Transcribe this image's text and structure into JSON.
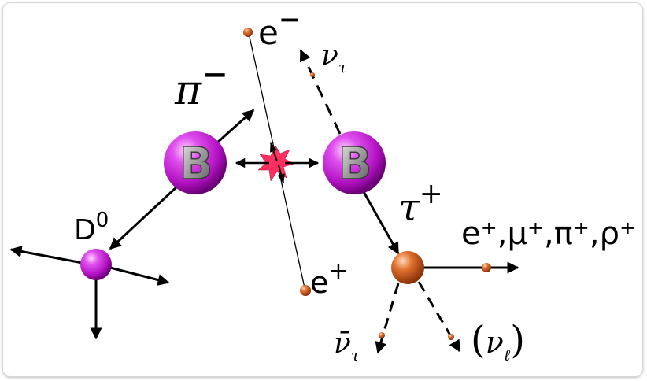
{
  "labels": {
    "e_minus": "e",
    "e_minus_sup": "−",
    "e_plus": "e",
    "e_plus_sup": "+",
    "pi_minus": "π",
    "pi_minus_sup": "−",
    "nu_tau": "ν",
    "nu_tau_sub": "τ",
    "B_left": "B",
    "B_right": "B",
    "D0": "D",
    "D0_sup": "0",
    "tau_plus": "τ",
    "tau_plus_sup": "+",
    "products": "e⁺,μ⁺,π⁺,ρ⁺",
    "antinu_tau": "ν̄",
    "antinu_tau_sub": "τ",
    "nu_l_open": "(",
    "nu_l": "ν",
    "nu_l_sub": "ℓ",
    "nu_l_close": ")"
  },
  "colors": {
    "b_meson": "#c21fd1",
    "d_meson": "#c21fd1",
    "lepton": "#d4622a",
    "collision": "#ff2f5f",
    "arrow": "#000000"
  }
}
